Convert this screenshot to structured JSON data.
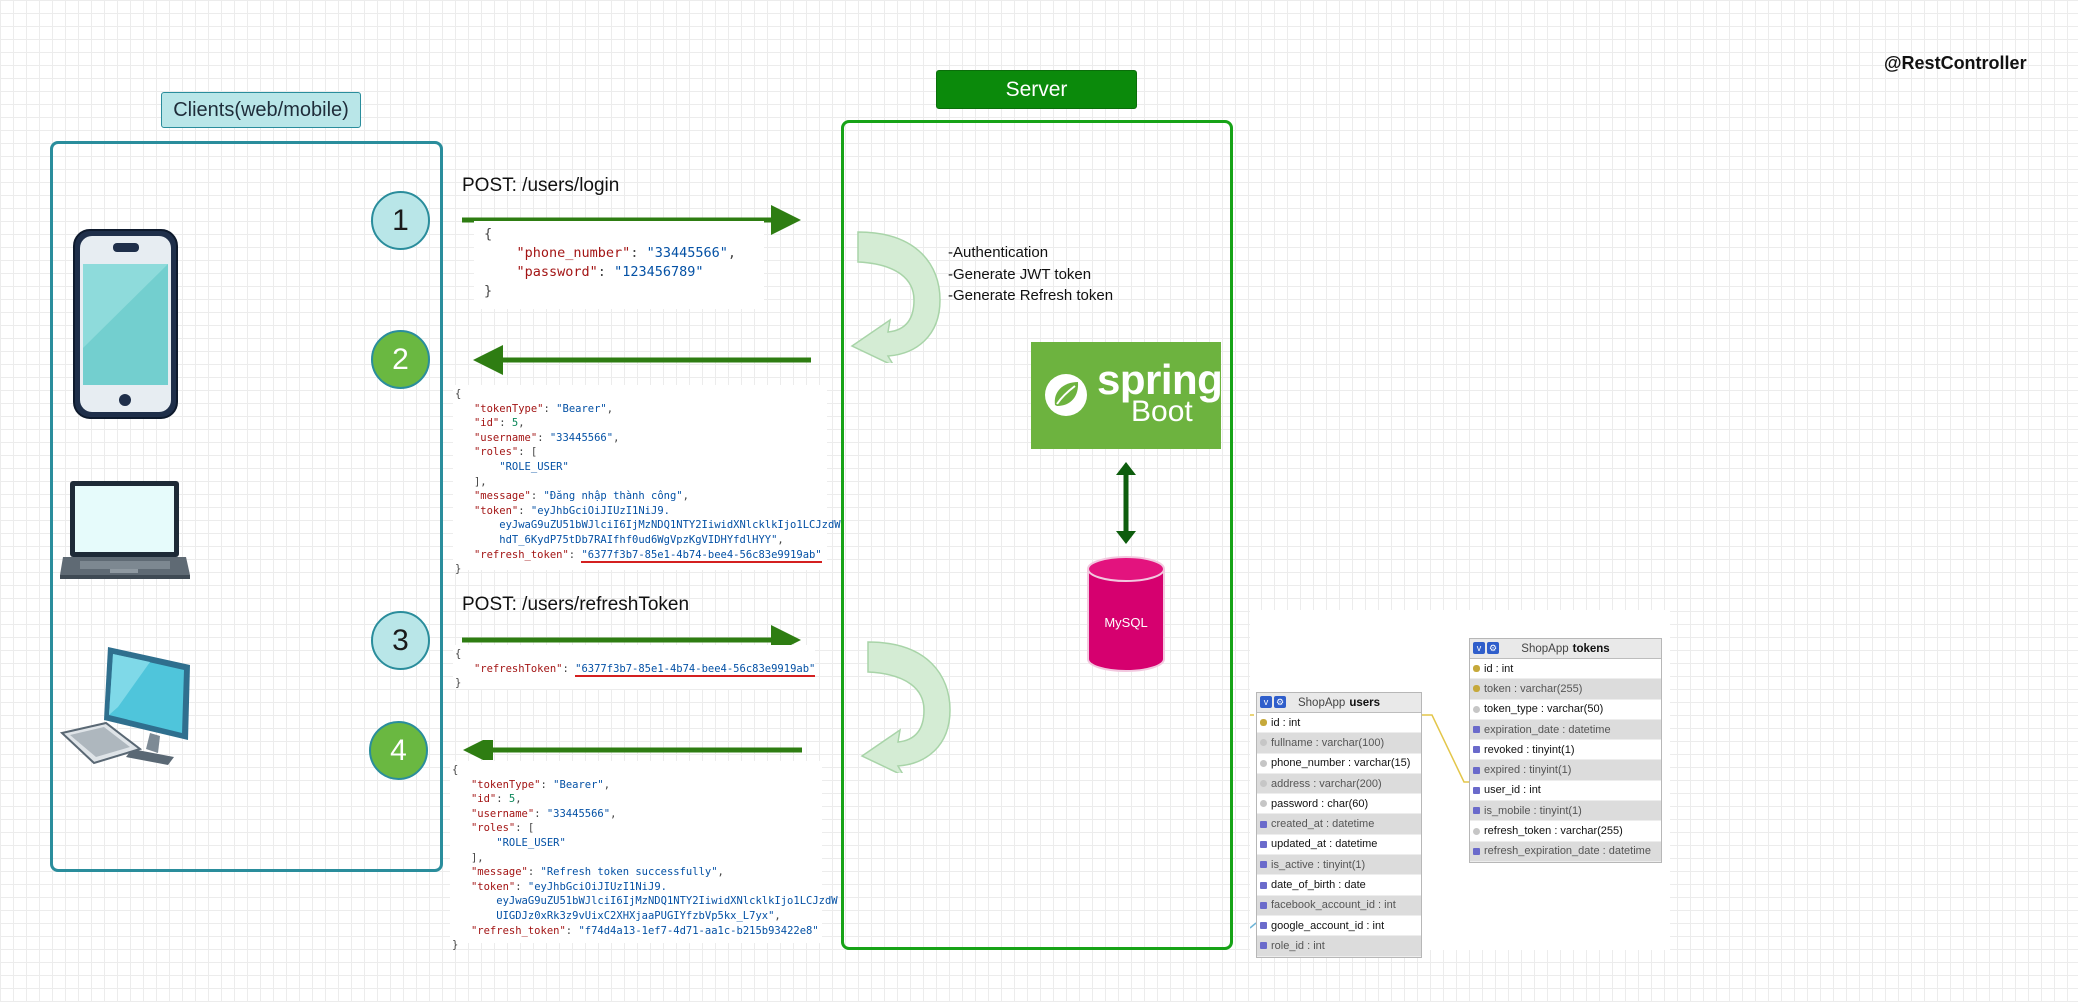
{
  "labels": {
    "clients": "Clients(web/mobile)",
    "server": "Server",
    "rest_controller": "@RestController"
  },
  "steps": [
    "1",
    "2",
    "3",
    "4"
  ],
  "endpoints": {
    "login": "POST: /users/login",
    "refresh": "POST: /users/refreshToken"
  },
  "login_request": {
    "phone_number_key": "\"phone_number\"",
    "phone_number_value": "\"33445566\"",
    "password_key": "\"password\"",
    "password_value": "\"123456789\""
  },
  "login_response": {
    "tokenType": "\"Bearer\"",
    "id": "5",
    "username": "\"33445566\"",
    "role": "\"ROLE_USER\"",
    "message": "\"Đăng nhập thành công\"",
    "token_line1": "\"eyJhbGciOiJIUzI1NiJ9.",
    "token_line2": "eyJwaG9uZU51bWJlciI6IjMzNDQ1NTY2IiwidXNlcklkIjo1LCJzdW",
    "token_line3": "hdT_6KydP75tDb7RAIfhf0ud6WgVpzKgVIDHYfdlHYY\"",
    "refresh_token": "\"6377f3b7-85e1-4b74-bee4-56c83e9919ab\""
  },
  "refresh_request": {
    "key": "\"refreshToken\"",
    "value": "\"6377f3b7-85e1-4b74-bee4-56c83e9919ab\""
  },
  "refresh_response": {
    "tokenType": "\"Bearer\"",
    "id": "5",
    "username": "\"33445566\"",
    "role": "\"ROLE_USER\"",
    "message": "\"Refresh token successfully\"",
    "token_line1": "\"eyJhbGciOiJIUzI1NiJ9.",
    "token_line2": "eyJwaG9uZU51bWJlciI6IjMzNDQ1NTY2IiwidXNlcklkIjo1LCJzdW",
    "token_line3": "UIGDJz0xRk3z9vUixC2XHXjaaPUGIYfzbVp5kx_L7yx\"",
    "refresh_token": "\"f74d4a13-1ef7-4d71-aa1c-b215b93422e8\""
  },
  "server_notes": [
    "-Authentication",
    "-Generate JWT token",
    "-Generate Refresh token"
  ],
  "spring": {
    "word1": "spring",
    "word2": "Boot"
  },
  "mysql": "MySQL",
  "users_table": {
    "schema": "ShopApp",
    "name": "users",
    "rows": [
      "id : int",
      "fullname : varchar(100)",
      "phone_number : varchar(15)",
      "address : varchar(200)",
      "password : char(60)",
      "created_at : datetime",
      "updated_at : datetime",
      "is_active : tinyint(1)",
      "date_of_birth : date",
      "facebook_account_id : int",
      "google_account_id : int",
      "role_id : int"
    ]
  },
  "tokens_table": {
    "schema": "ShopApp",
    "name": "tokens",
    "rows": [
      "id : int",
      "token : varchar(255)",
      "token_type : varchar(50)",
      "expiration_date : datetime",
      "revoked : tinyint(1)",
      "expired : tinyint(1)",
      "user_id : int",
      "is_mobile : tinyint(1)",
      "refresh_token : varchar(255)",
      "refresh_expiration_date : datetime"
    ]
  },
  "colors": {
    "client_border": "#2a8d9c",
    "server_border": "#17a317",
    "arrow": "#2e7d12",
    "spring": "#6db33f",
    "mysql": "#d6006f"
  }
}
